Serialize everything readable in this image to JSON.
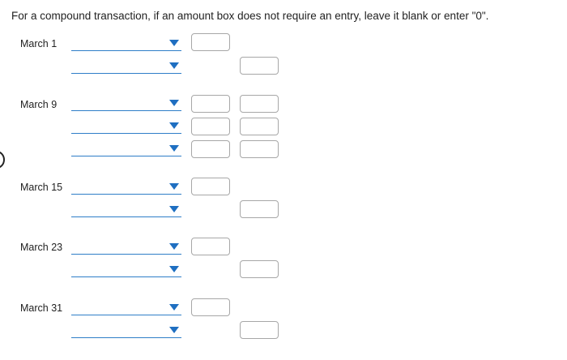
{
  "instructions": "For a compound transaction, if an amount box does not require an entry, leave it blank or enter \"0\".",
  "entries": [
    {
      "date": "March 1"
    },
    {
      "date": "March 9"
    },
    {
      "date": "March 15"
    },
    {
      "date": "March 23"
    },
    {
      "date": "March 31"
    }
  ],
  "colors": {
    "underline": "#2f7ec8",
    "caret": "#1f6fc1",
    "input_border": "#a7a7a7"
  }
}
